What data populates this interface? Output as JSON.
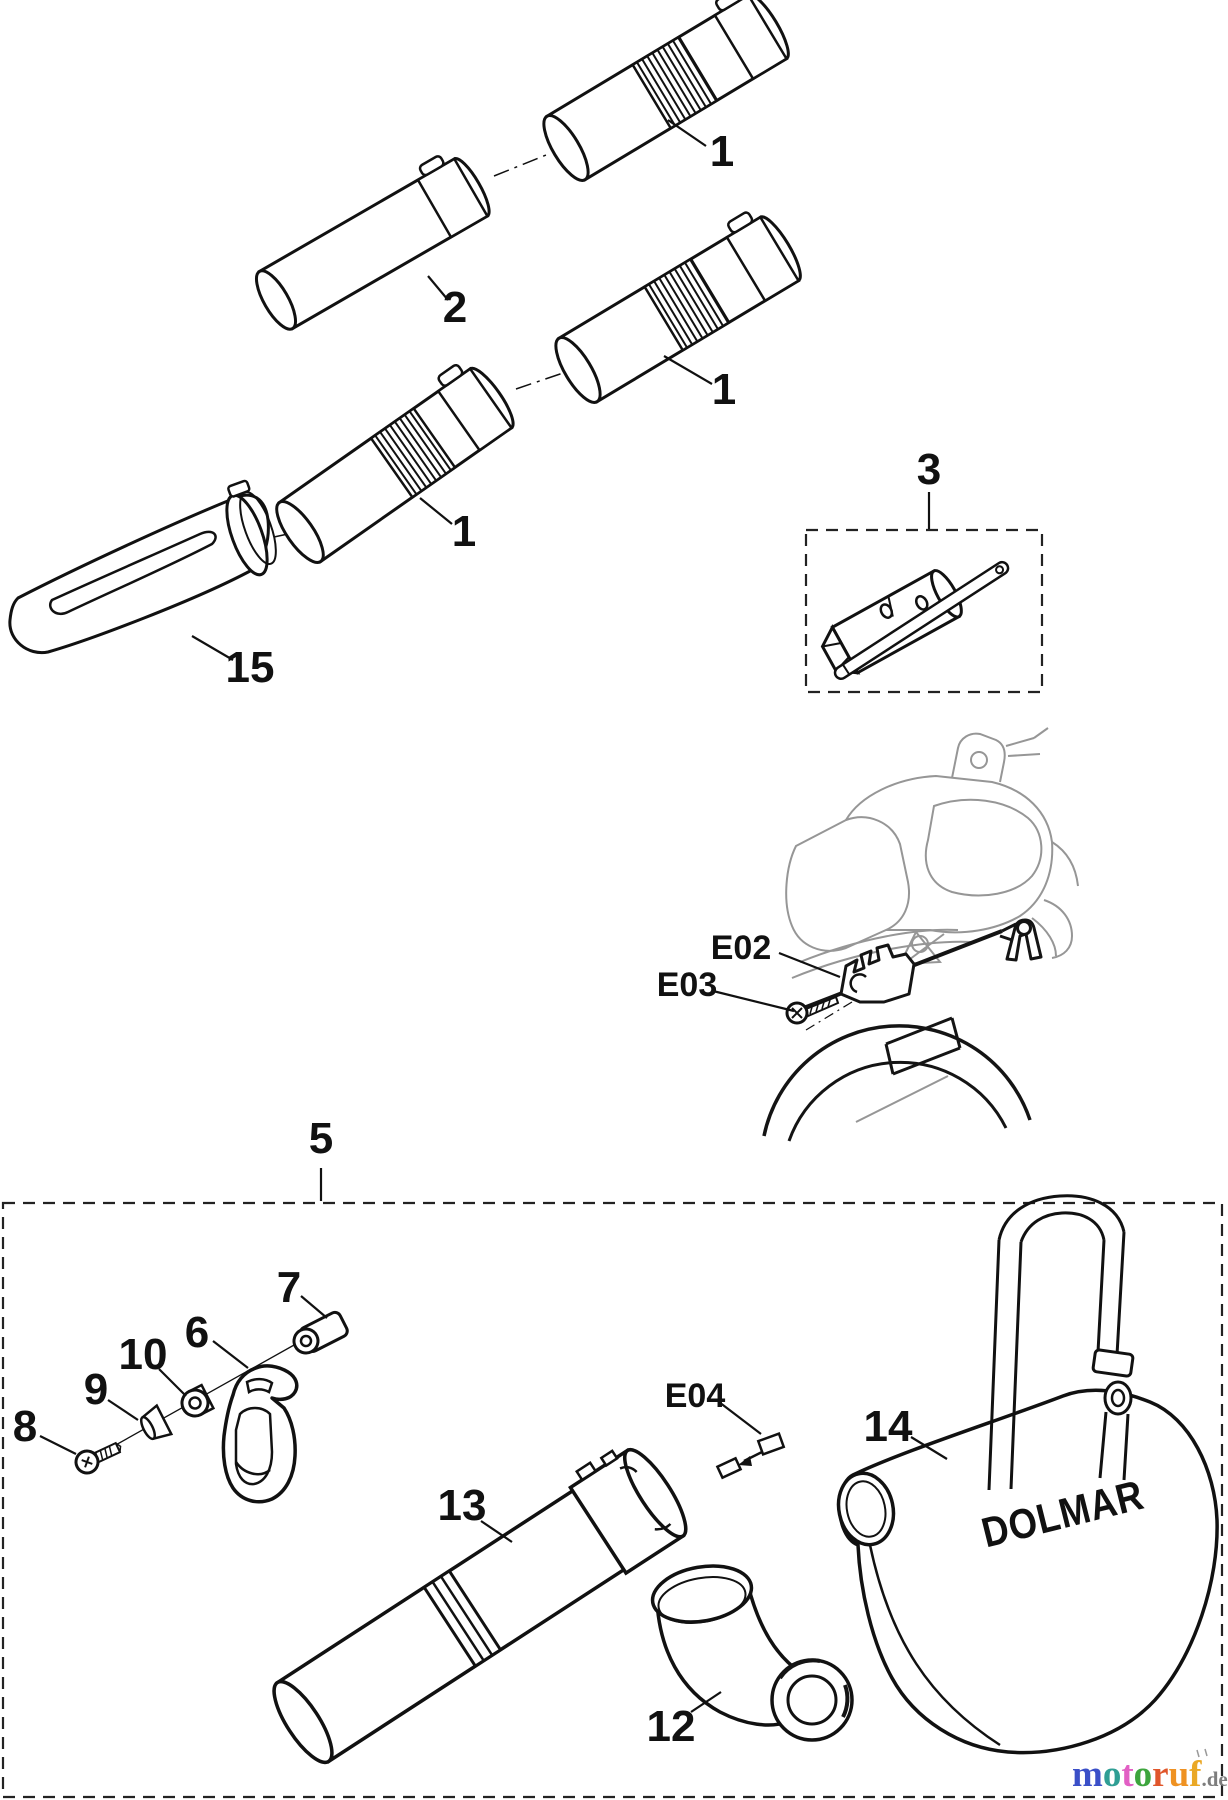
{
  "callouts": {
    "part1_top": "1",
    "part2": "2",
    "part1_mid": "1",
    "part1_low": "1",
    "part15": "15",
    "part3": "3",
    "e02": "E02",
    "e03": "E03",
    "part5": "5",
    "part7": "7",
    "part6": "6",
    "part10": "10",
    "part9": "9",
    "part8": "8",
    "part13": "13",
    "part12": "12",
    "part14": "14",
    "e04": "E04"
  },
  "bag": {
    "brand": "DOLMAR"
  },
  "watermark": {
    "word": "motoruf",
    "suffix": ".de",
    "suffix_color": "#7d7d7d",
    "letters": [
      {
        "ch": "m",
        "color": "#3a4fc8"
      },
      {
        "ch": "o",
        "color": "#2f9e94"
      },
      {
        "ch": "t",
        "color": "#e25fc4"
      },
      {
        "ch": "o",
        "color": "#3da53d"
      },
      {
        "ch": "r",
        "color": "#e0562b"
      },
      {
        "ch": "u",
        "color": "#ef9222"
      },
      {
        "ch": "f",
        "color": "#eaa826"
      }
    ]
  },
  "colors": {
    "line_art": "#111111",
    "housing_outline": "#969696",
    "dashed_box": "#222222"
  }
}
